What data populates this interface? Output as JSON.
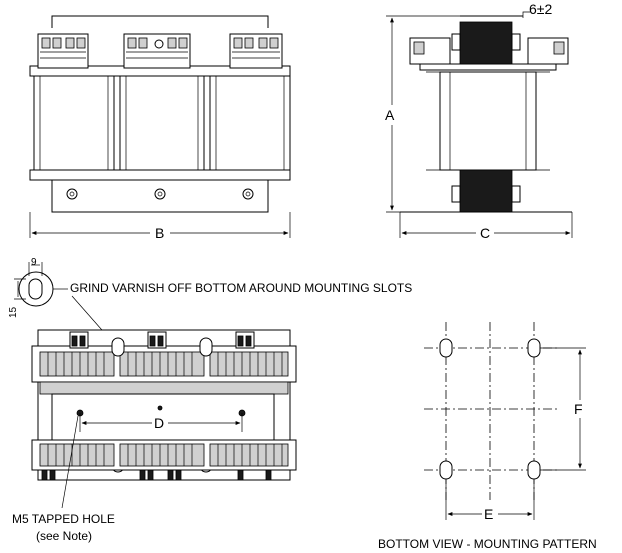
{
  "dimensions": {
    "a": "A",
    "b": "B",
    "c": "C",
    "d": "D",
    "e": "E",
    "f": "F",
    "top": "6±2",
    "slot_width": "9",
    "slot_height": "15"
  },
  "notes": {
    "grind": "GRIND VARNISH OFF BOTTOM AROUND MOUNTING SLOTS",
    "tapped_hole": "M5 TAPPED HOLE",
    "see_note": "(see Note)",
    "bottom_view": "BOTTOM VIEW - MOUNTING PATTERN"
  }
}
